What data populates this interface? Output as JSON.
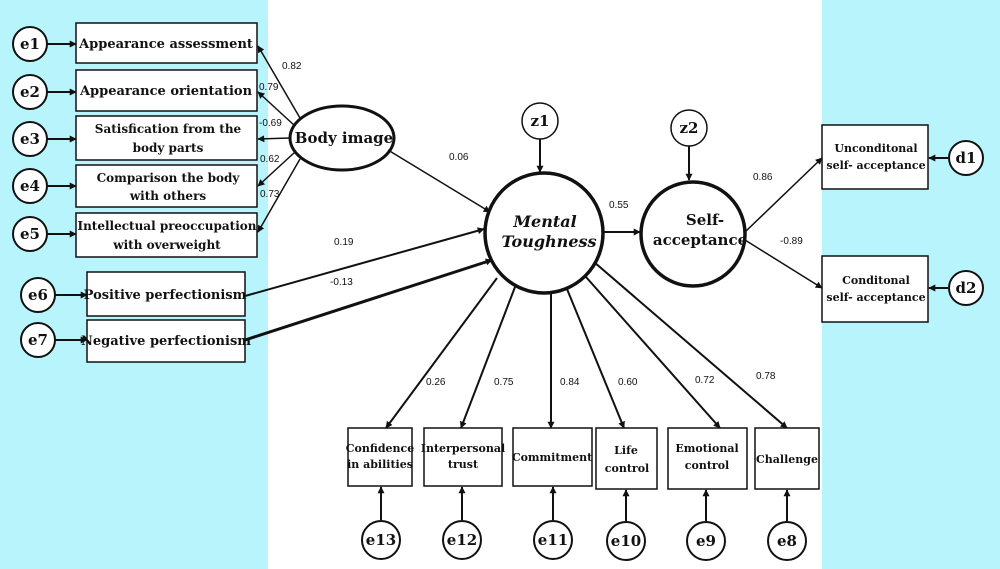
{
  "colors": {
    "side_bg": "#b8f4fb",
    "center_bg": "#ffffff",
    "stroke": "#111111"
  },
  "latent": {
    "body_image": "Body image",
    "mental_1": "Mental",
    "mental_2": "Toughness",
    "self_1": "Self-",
    "self_2": "acceptance"
  },
  "disturbances": [
    "z1",
    "z2"
  ],
  "body_indicators": [
    {
      "err": "e1",
      "lines": [
        "Appearance assessment"
      ],
      "coef": "0.82"
    },
    {
      "err": "e2",
      "lines": [
        "Appearance orientation"
      ],
      "coef": "0.79"
    },
    {
      "err": "e3",
      "lines": [
        "Satisfication from the",
        "body parts"
      ],
      "coef": "-0.69"
    },
    {
      "err": "e4",
      "lines": [
        "Comparison the body",
        "with others"
      ],
      "coef": "0.62"
    },
    {
      "err": "e5",
      "lines": [
        "Intellectual preoccupation",
        "with overweight"
      ],
      "coef": "0.73"
    }
  ],
  "perfectionism": [
    {
      "err": "e6",
      "label": "Positive perfectionism",
      "coef": "0.19"
    },
    {
      "err": "e7",
      "label": "Negative perfectionism",
      "coef": "-0.13"
    }
  ],
  "paths": {
    "body_to_mental": "0.06",
    "mental_to_self": "0.55"
  },
  "self_indicators": [
    {
      "err": "d1",
      "lines": [
        "Unconditonal",
        "self- acceptance"
      ],
      "coef": "0.86"
    },
    {
      "err": "d2",
      "lines": [
        "Conditonal",
        "self- acceptance"
      ],
      "coef": "-0.89"
    }
  ],
  "mental_indicators": [
    {
      "err": "e13",
      "lines": [
        "Confidence",
        "in abilities"
      ],
      "coef": "0.26"
    },
    {
      "err": "e12",
      "lines": [
        "Interpersonal",
        "trust"
      ],
      "coef": "0.75"
    },
    {
      "err": "e11",
      "lines": [
        "Commitment"
      ],
      "coef": "0.84"
    },
    {
      "err": "e10",
      "lines": [
        "Life",
        "control"
      ],
      "coef": "0.60"
    },
    {
      "err": "e9",
      "lines": [
        "Emotional",
        "control"
      ],
      "coef": "0.72"
    },
    {
      "err": "e8",
      "lines": [
        "Challenge"
      ],
      "coef": "0.78"
    }
  ]
}
